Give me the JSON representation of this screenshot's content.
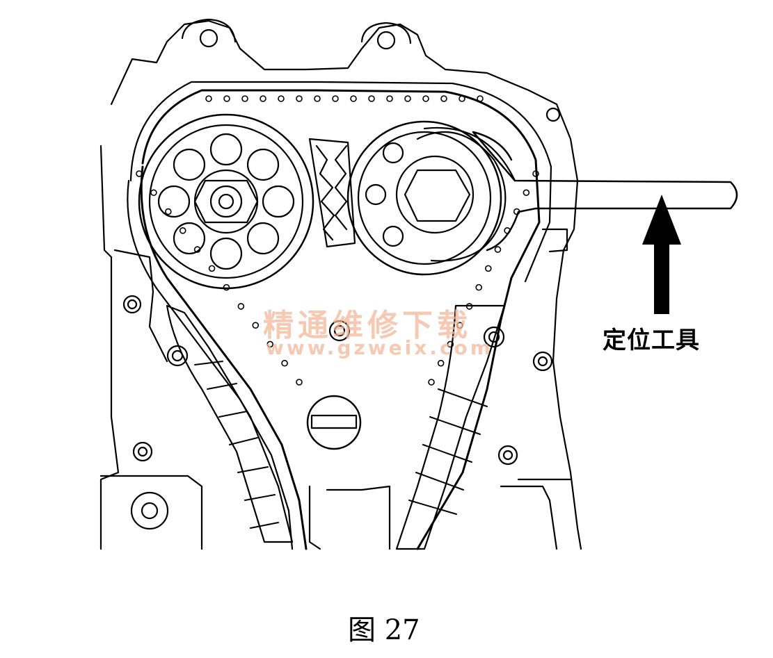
{
  "figure": {
    "callout_label": "定位工具",
    "caption": "图 27"
  },
  "watermark": {
    "line1": "精通维修下载",
    "line2": "www.gzweix.com"
  },
  "icons": {
    "arrow": "up-arrow-icon"
  }
}
